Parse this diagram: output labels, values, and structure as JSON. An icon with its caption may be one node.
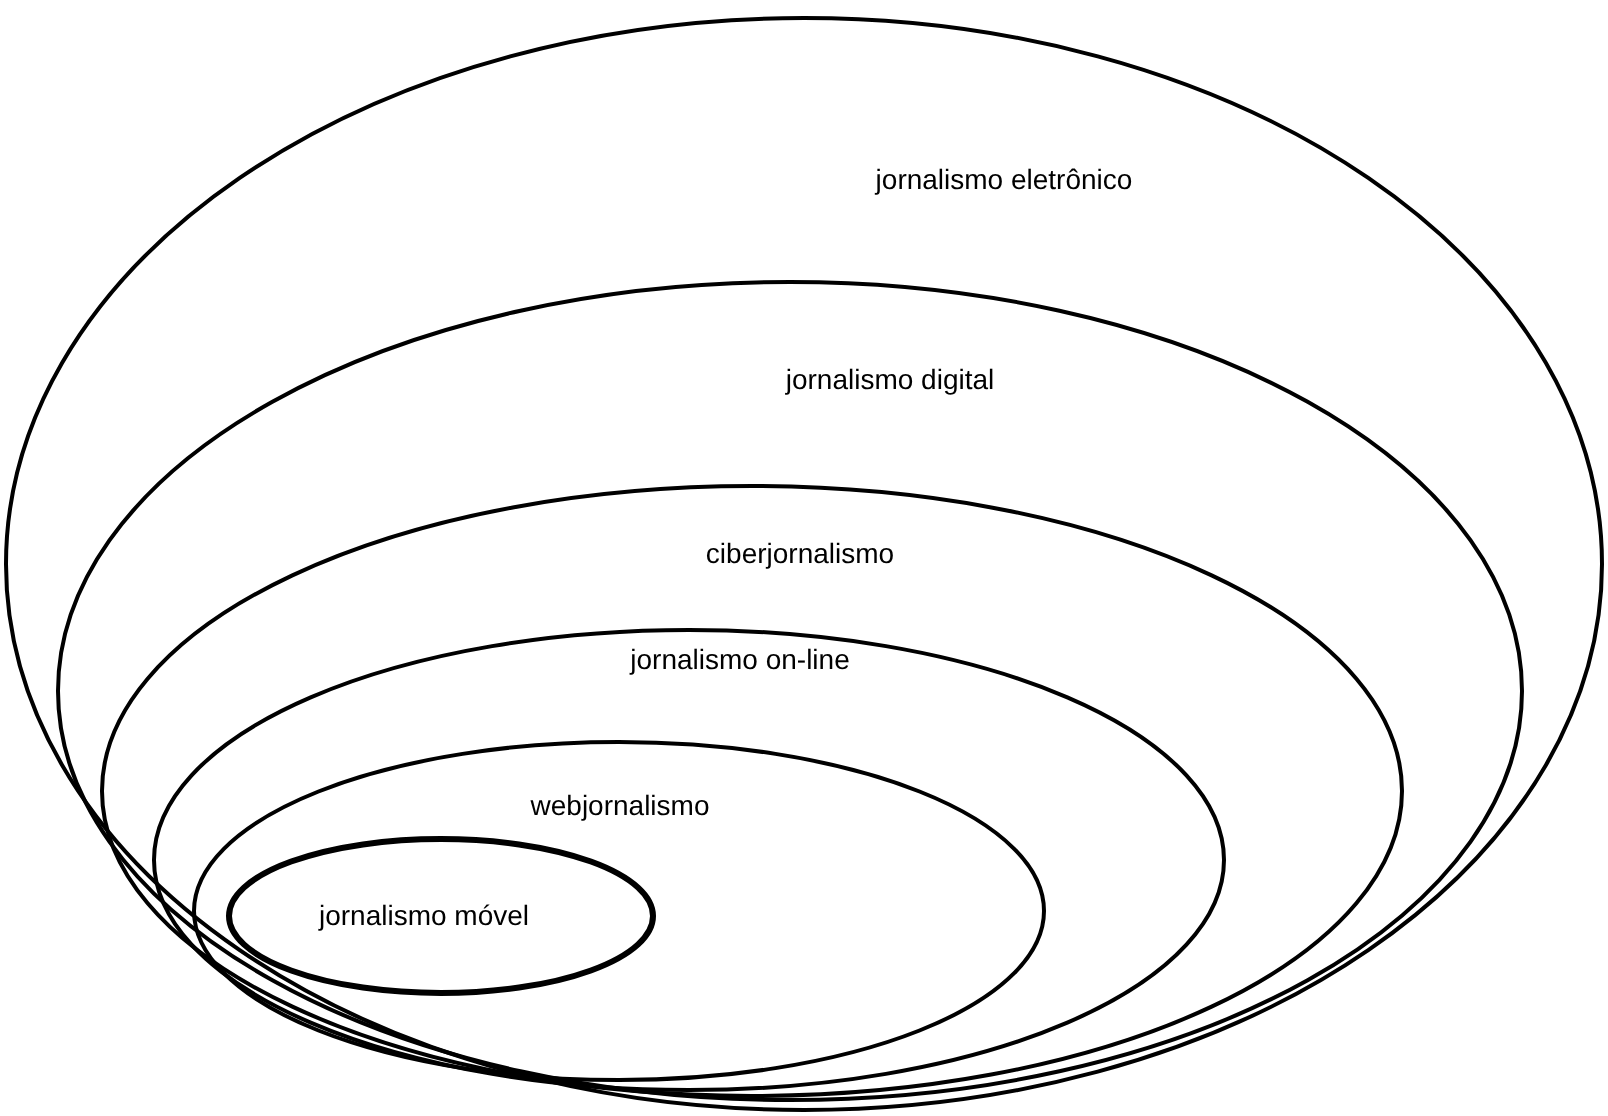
{
  "diagram": {
    "nodes": [
      {
        "text": [
          "jornalismo eletrônico"
        ]
      },
      {
        "text": [
          "jornalismo digital"
        ],
        "in": 0
      },
      {
        "text": [
          "ciberjornalismo"
        ],
        "in": 1
      },
      {
        "text": [
          "jornalismo on-line"
        ],
        "in": 2
      },
      {
        "text": [
          "webjornalismo"
        ],
        "in": 3
      },
      {
        "text": [
          "jornalismo móvel"
        ],
        "in": 4
      }
    ]
  }
}
